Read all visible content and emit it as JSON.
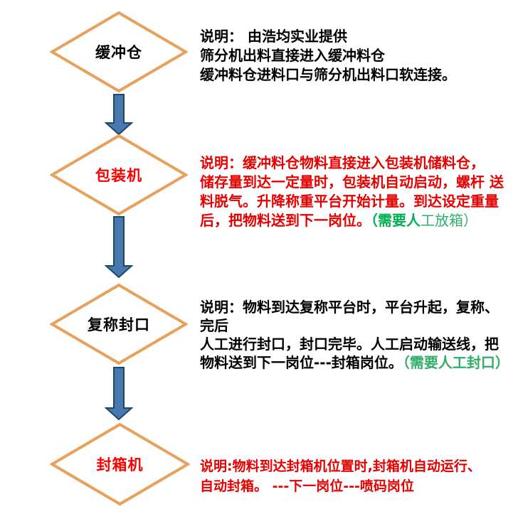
{
  "page": {
    "background_color": "#FFFFFF"
  },
  "flow": {
    "diamond_border_color": "#E8A15D",
    "arrow_fill_color": "#4779AE",
    "arrow_border_color": "#1E4668",
    "nodes": [
      {
        "label": "缓冲仓",
        "label_color": "#000000"
      },
      {
        "label": "包装机",
        "label_color": "#FF0000"
      },
      {
        "label": "复称封口",
        "label_color": "#000000"
      },
      {
        "label": "封箱机",
        "label_color": "#FF0000"
      }
    ]
  },
  "notes": [
    {
      "segments": [
        {
          "text": "说明： 由浩均实业提供\n筛分机出料直接进入缓冲料仓\n缓冲料仓进料口与筛分机出料口软连接。",
          "color": "#000000",
          "bold": true
        }
      ]
    },
    {
      "segments": [
        {
          "text": "说明：缓冲料仓物料直接进入包装机储料仓，\n储存量到达一定量时，包装机自动启动，螺杆 送\n料脱气。升降称重平台开始计量。到达设定重量\n后，把物料送到下一岗位。",
          "color": "#E60000",
          "bold": true
        },
        {
          "text": "（需要人",
          "color": "#00B050",
          "bold": true
        },
        {
          "text": "工放箱）",
          "color": "#2FB06A",
          "bold": false
        }
      ]
    },
    {
      "segments": [
        {
          "text": "说明：物料到达复称平台时，平台升起，复称、\n完后\n人工进行封口，封口完毕。人工启动输送线，把\n物料送到下一岗位---封箱岗位。",
          "color": "#000000",
          "bold": true
        },
        {
          "text": "（需要人工封口）",
          "color": "#2FAE68",
          "bold": true
        }
      ]
    },
    {
      "segments": [
        {
          "text": "说明:物料到达封箱机位置时,封箱机自动运行、\n自动封箱。 ---下一岗位---喷码岗位",
          "color": "#E60000",
          "bold": true
        }
      ]
    }
  ]
}
